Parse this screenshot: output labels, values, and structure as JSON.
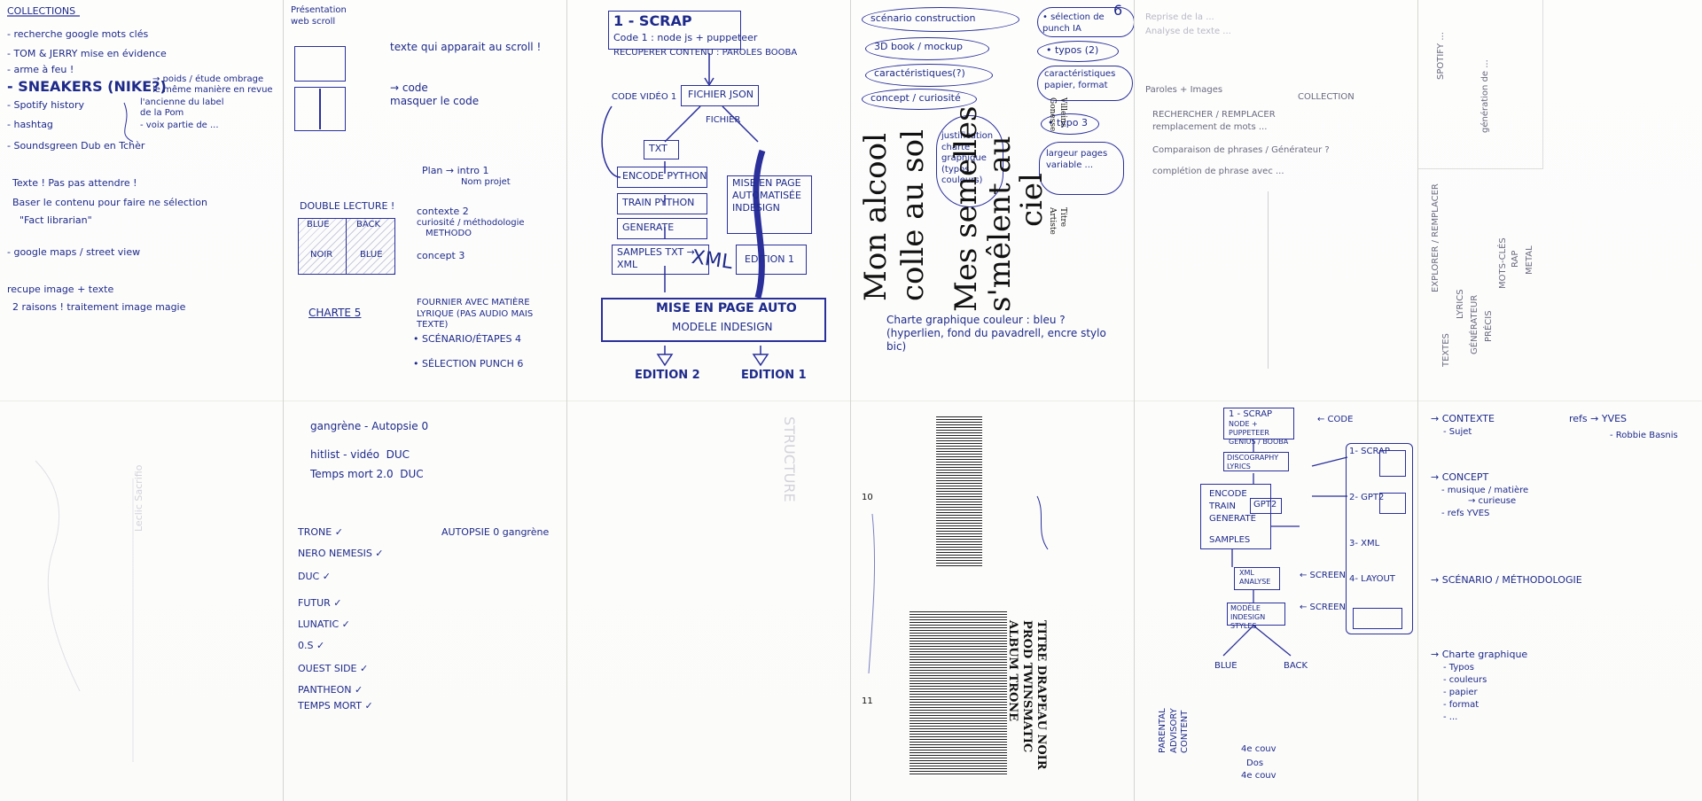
{
  "panel1": {
    "title": "COLLECTIONS",
    "items": [
      "- recherche google mots clés",
      "- TOM & JERRY mise en évidence",
      "- arme à feu !",
      "- SNEAKERS (NIKE?)",
      "- Spotify history",
      "- hashtag",
      "- Soundsgreen Dub en Tchèr"
    ],
    "side_notes": [
      "→ poids / étude ombrage",
      "le même manière en revue",
      "l'ancienne du label",
      "de la Pom",
      "- voix partie de ..."
    ],
    "notes": [
      "Texte ! Pas pas attendre !",
      "Baser le contenu pour faire ne sélection",
      "\"Fact librarian\"",
      "- google maps / street view",
      "recupe image + texte",
      "2 raisons ! traitement image magie"
    ]
  },
  "panel2": {
    "title": "Présentation web scroll",
    "scroll_note": "texte qui apparait au scroll !",
    "code_note": "→ code\nmasquer le code",
    "plan": [
      "Plan → intro 1",
      "Nom projet",
      "contexte 2",
      "curiosité / méthodologie",
      "METHODO",
      "concept 3",
      "FOURNIER AVEC MATIÈRE LYRIQUE (PAS AUDIO MAIS TEXTE)",
      "• SCÉNARIO/ÉTAPES 4",
      "• SÉLECTION PUNCH 6"
    ],
    "double_lecture": "DOUBLE LECTURE !",
    "charte": "CHARTE 5",
    "grid_labels": [
      "BLUE",
      "BACK",
      "NOIR",
      "BLUE"
    ],
    "lower_top": [
      "gangrène - Autopsie 0",
      "hitlist - vidéo  DUC",
      "Temps mort 2.0  DUC"
    ],
    "autopsie": "AUTOPSIE 0 gangrène",
    "checklist": [
      "TRONE ✓",
      "NERO NEMESIS ✓",
      "DUC ✓",
      "FUTUR ✓",
      "LUNATIC ✓",
      "0.S ✓",
      "OUEST SIDE ✓",
      "PANTHEON ✓",
      "TEMPS MORT ✓"
    ]
  },
  "panel3": {
    "title": "1 - SCRAP",
    "code1": "Code 1 : node js + puppeteer",
    "recup": "RECUPERER CONTENU : PAROLES BOOBA",
    "fichier_json": "FICHIER JSON",
    "code_videos": "CODE VIDÉO 1",
    "fichier": "FICHIER",
    "txt": "TXT",
    "encode": "ENCODE PYTHON",
    "train": "TRAIN PYTHON",
    "generate": "GENERATE",
    "samples": "SAMPLES TXT → XML",
    "mise_page": "MISE EN PAGE AUTOMATISÉE INDESIGN",
    "xml": "XML",
    "edition1_box": "EDITION 1",
    "mise_auto": "MISE EN PAGE AUTO",
    "modele": "MODELE INDESIGN",
    "edition2": "EDITION 2",
    "edition1": "EDITION 1"
  },
  "panel4": {
    "bubbles": [
      "scénario construction",
      "3D book / mockup",
      "caractéristiques(?)",
      "concept / curiosité",
      "• sélection de punch IA",
      "• typos (2)",
      "caractéristiques papier, format",
      "• typo 3",
      "largeur pages variable ...",
      "justification charte graphique (typos, couleurs)"
    ],
    "poster_line1": "Mon alcool",
    "poster_line2": "colle au sol",
    "poster_line3": "Mes semelles",
    "poster_line4": "s'mêlent au",
    "poster_line5": "ciel",
    "poster_side": [
      "Gonesse",
      "Villeins",
      "Artiste",
      "Titre"
    ],
    "page_num": "6",
    "charte_note": "Charte graphique couleur : bleu ? (hyperlien, fond du pavadrell, encre stylo bic)",
    "page_10": "10",
    "page_11": "11",
    "title_block": [
      "TITRE DRAPEAU NOIR",
      "PROD TWINSMATIC",
      "ALBUM TRONE"
    ]
  },
  "panel5": {
    "top_notes": [
      "Reprise de la ...",
      "Analyse de texte ...",
      "Paroles + Images",
      "COLLECTION",
      "RECHERCHER / REMPLACER",
      "remplacement de mots ...",
      "Comparaison de phrases / Générateur ?",
      "complétion de phrase avec ..."
    ],
    "flow": [
      "1 - SCRAP",
      "NODE + PUPPETEER GENIUS / BOOBA",
      "DISCOGRAPHY LYRICS",
      "ENCODE",
      "TRAIN",
      "GENERATE",
      "GPT2",
      "SAMPLES",
      "XML ANALYSE",
      "MODÈLE INDESIGN STYLES",
      "BLUE",
      "BACK"
    ],
    "side": [
      "1- SCRAP",
      "2- GPT2",
      "3- XML",
      "4- LAYOUT"
    ],
    "code": "← CODE",
    "screen": [
      "← SCREEN",
      "← SCREEN"
    ],
    "bottom": [
      "PARENTAL ADVISORY CONTENT",
      "4e couv",
      "Dos",
      "4e couv"
    ]
  },
  "panel6": {
    "top": [
      "SPOTIFY ...",
      "génération de ...",
      "EXPLORER / REMPLACER",
      "TEXTES",
      "LYRICS",
      "GÉNÉRATEUR",
      "PRÉCIS",
      "MOTS-CLÉS",
      "RAP",
      "METAL"
    ],
    "outline": [
      "→ CONTEXTE",
      "- Sujet",
      "→ CONCEPT",
      "- musique / matière",
      "→ curieuse",
      "- refs YVES",
      "→ SCÉNARIO / MÉTHODOLOGIE",
      "→ Charte graphique",
      "- Typos",
      "- couleurs",
      "- papier",
      "- format",
      "- ..."
    ],
    "refs": [
      "refs → YVES",
      "- Robbie Basnis"
    ]
  }
}
